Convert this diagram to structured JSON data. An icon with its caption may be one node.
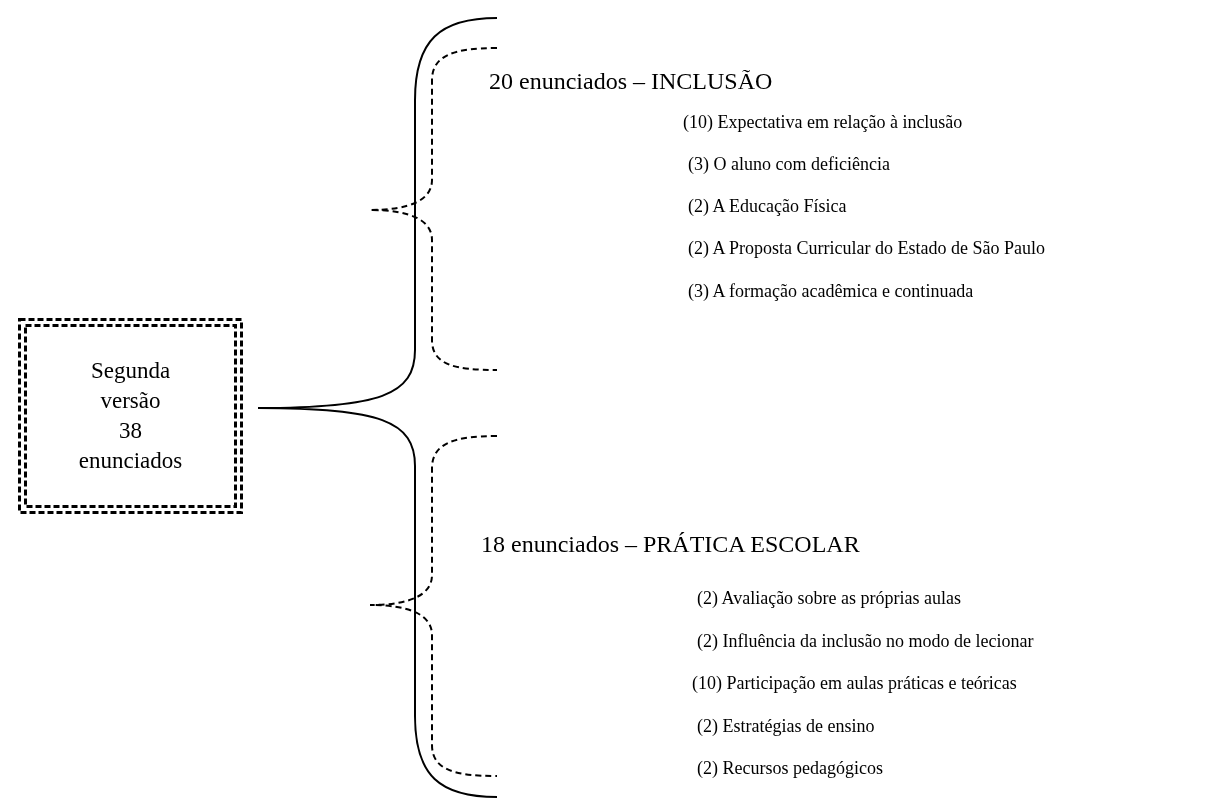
{
  "diagram": {
    "nodes": [
      {
        "text": [
          "Segunda versão 38 enunciados"
        ]
      }
    ],
    "labels": [
      "20 enunciados – INCLUSÃO",
      "(10) Expectativa em relação à inclusão",
      "(3) O aluno com deficiência",
      "(2) A Educação Física",
      "(2) A Proposta Curricular do Estado de São Paulo",
      "(3) A formação acadêmica e continuada",
      "18 enunciados – PRÁTICA ESCOLAR",
      "(2) Avaliação sobre as próprias aulas",
      "(2) Influência da inclusão no modo de lecionar",
      "(10) Participação em aulas práticas e teóricas",
      "(2) Estratégias de ensino",
      "(2) Recursos pedagógicos"
    ]
  }
}
